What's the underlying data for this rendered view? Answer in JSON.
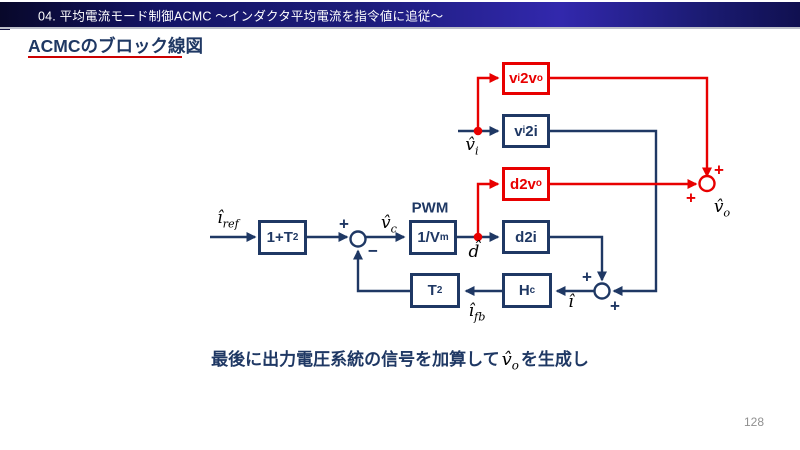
{
  "header": {
    "title": "04. 平均電流モード制御ACMC ～インダクタ平均電流を指令値に追従～"
  },
  "page": {
    "title": "ACMCのブロック線図",
    "number": "128"
  },
  "colors": {
    "navy": "#1f3864",
    "red": "#e80000",
    "title_underline": "#cc0000"
  },
  "blocks": {
    "vi2vo": "v{i}2v{o}",
    "vi2i": "v{i}2i",
    "d2vo": "d2v{o}",
    "d2i": "d2i",
    "one_plus_T2": "1+T{2}",
    "inv_Vm": "1/V{m}",
    "T2": "T{2}",
    "Hc": "H{c}"
  },
  "labels": {
    "pwm": "PWM",
    "i_ref": "î{ref}",
    "v_c": "v̂{c}",
    "d_hat": "d̂",
    "v_i": "v̂{i}",
    "v_o": "v̂{o}",
    "i_fb": "î{fb}",
    "i_hat": "î"
  },
  "signs": {
    "plus": "+",
    "minus": "−"
  },
  "footer": {
    "pre": "最後に出力電圧系統の信号を加算して",
    "math": "v̂{o}",
    "post": "を生成し"
  }
}
